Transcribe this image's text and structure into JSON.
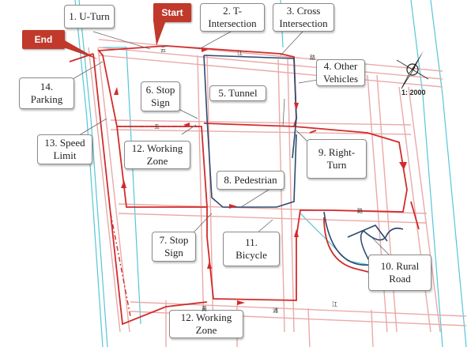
{
  "map": {
    "start_label": "Start",
    "end_label": "End",
    "scale_label": "1: 2000",
    "compass_icon": "north-arrow-icon",
    "route_color": "#d22b2b",
    "road_color": "#f0b8b8",
    "canal_color": "#55c6d6",
    "alt_route_color": "#2c4a70"
  },
  "callouts": [
    {
      "id": "u-turn",
      "text": "1. U-Turn"
    },
    {
      "id": "t-intersection",
      "text": "2. T-\nIntersection"
    },
    {
      "id": "cross-intersection",
      "text": "3. Cross\nIntersection"
    },
    {
      "id": "other-vehicles",
      "text": "4. Other\nVehicles"
    },
    {
      "id": "tunnel",
      "text": "5. Tunnel"
    },
    {
      "id": "stop-sign-top",
      "text": "6. Stop\nSign"
    },
    {
      "id": "stop-sign-bottom",
      "text": "7. Stop\nSign"
    },
    {
      "id": "pedestrian",
      "text": "8. Pedestrian"
    },
    {
      "id": "right-turn",
      "text": "9. Right-\nTurn"
    },
    {
      "id": "rural-road",
      "text": "10. Rural\nRoad"
    },
    {
      "id": "bicycle",
      "text": "11.\nBicycle"
    },
    {
      "id": "working-zone-mid",
      "text": "12. Working\nZone"
    },
    {
      "id": "working-zone-bottom",
      "text": "12. Working\nZone"
    },
    {
      "id": "speed-limit",
      "text": "13. Speed\nLimit"
    },
    {
      "id": "parking",
      "text": "14.\nParking"
    }
  ],
  "street_names": [
    "云",
    "江",
    "路",
    "五",
    "黄",
    "浦",
    "江",
    "路"
  ]
}
